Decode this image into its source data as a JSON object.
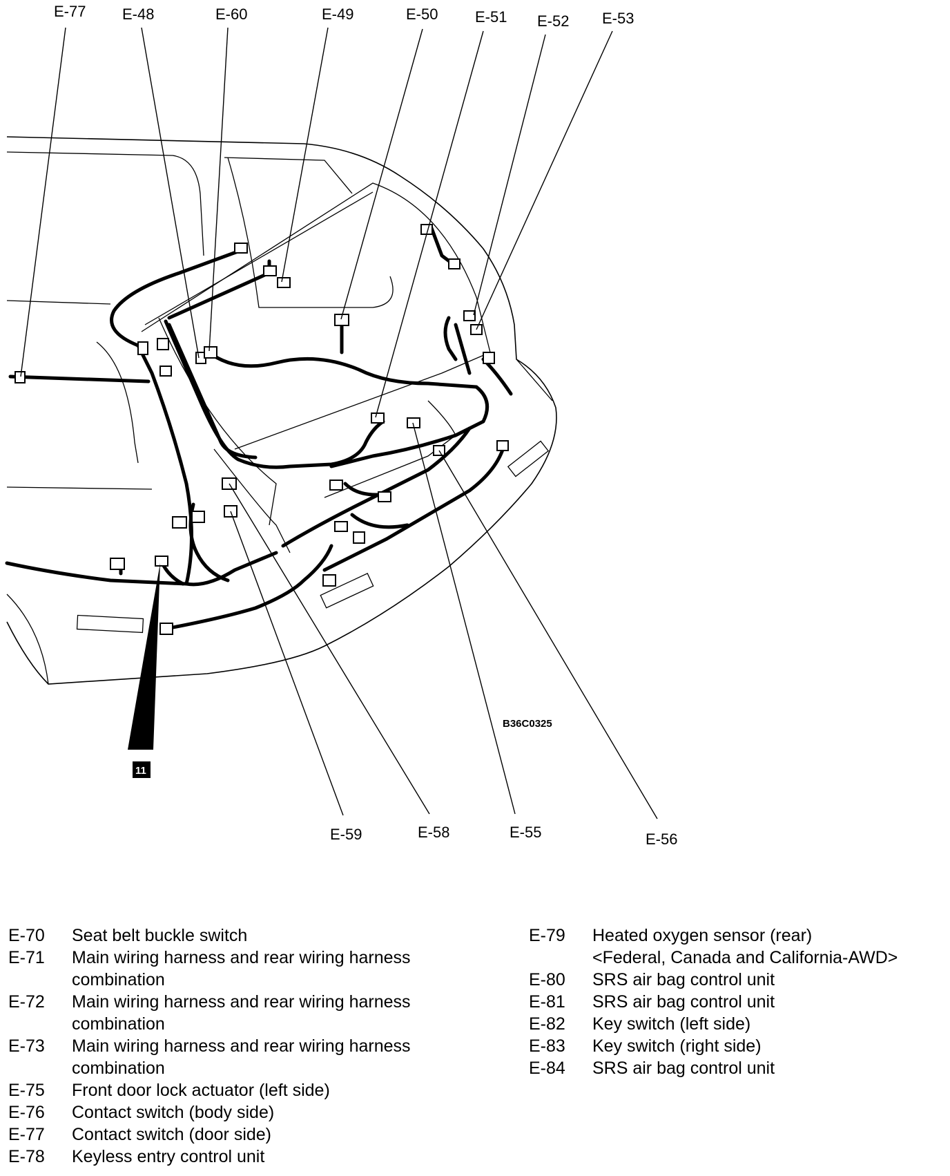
{
  "diagram": {
    "callouts_top": [
      "E-77",
      "E-48",
      "E-60",
      "E-49",
      "E-50",
      "E-51",
      "E-52",
      "E-53"
    ],
    "callouts_bottom": [
      "E-59",
      "E-58",
      "E-55",
      "E-56"
    ],
    "figure_code": "B36C0325",
    "reference_badge": "11"
  },
  "legend": {
    "left": [
      {
        "code": "E-70",
        "desc": "Seat belt buckle switch"
      },
      {
        "code": "E-71",
        "desc": "Main wiring harness and rear wiring harness",
        "desc2": "combination"
      },
      {
        "code": "E-72",
        "desc": "Main wiring harness and rear wiring harness",
        "desc2": "combination"
      },
      {
        "code": "E-73",
        "desc": "Main wiring harness and rear wiring harness",
        "desc2": "combination"
      },
      {
        "code": "E-75",
        "desc": "Front door lock actuator (left side)"
      },
      {
        "code": "E-76",
        "desc": "Contact switch (body side)"
      },
      {
        "code": "E-77",
        "desc": "Contact switch (door side)"
      },
      {
        "code": "E-78",
        "desc": "Keyless entry control unit"
      }
    ],
    "right": [
      {
        "code": "E-79",
        "desc": "Heated oxygen sensor (rear)",
        "desc2": "<Federal, Canada and California-AWD>"
      },
      {
        "code": "E-80",
        "desc": "SRS air bag control unit"
      },
      {
        "code": "E-81",
        "desc": "SRS air bag control unit"
      },
      {
        "code": "E-82",
        "desc": "Key switch (left side)"
      },
      {
        "code": "E-83",
        "desc": "Key switch (right side)"
      },
      {
        "code": "E-84",
        "desc": "SRS air bag control unit"
      }
    ]
  }
}
